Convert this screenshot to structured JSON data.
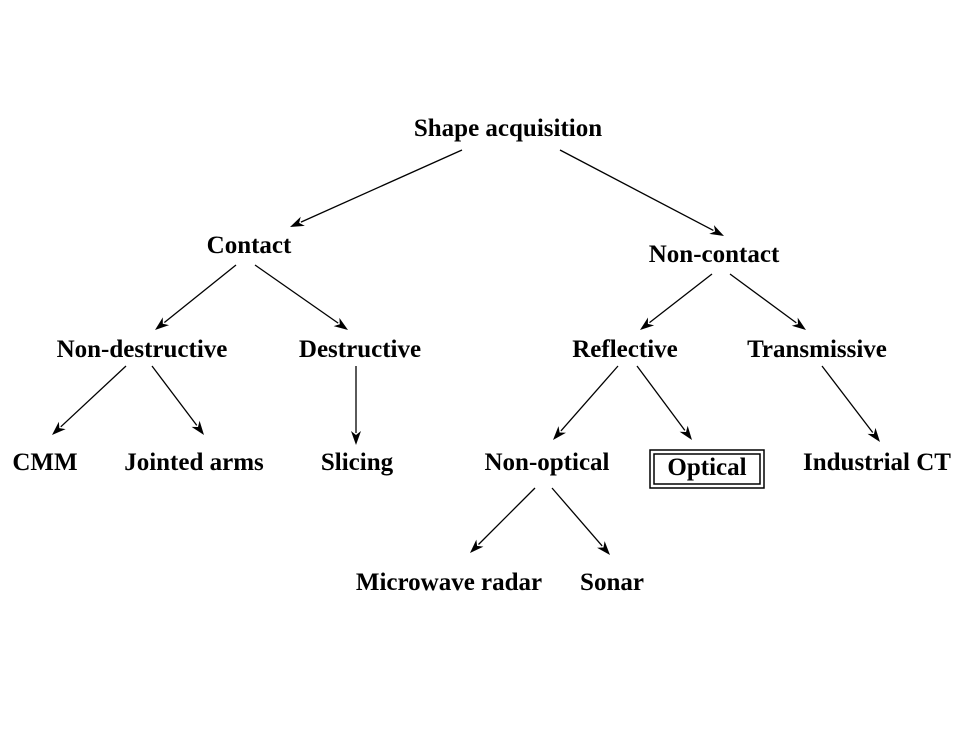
{
  "nodes": {
    "shape_acquisition": "Shape acquisition",
    "contact": "Contact",
    "non_contact": "Non-contact",
    "non_destructive": "Non-destructive",
    "destructive": "Destructive",
    "reflective": "Reflective",
    "transmissive": "Transmissive",
    "cmm": "CMM",
    "jointed_arms": "Jointed arms",
    "slicing": "Slicing",
    "non_optical": "Non-optical",
    "optical": "Optical",
    "industrial_ct": "Industrial CT",
    "microwave_radar": "Microwave radar",
    "sonar": "Sonar"
  },
  "highlighted_node": "optical",
  "colors": {
    "text": "#000000",
    "lines": "#000000",
    "background": "#ffffff"
  }
}
